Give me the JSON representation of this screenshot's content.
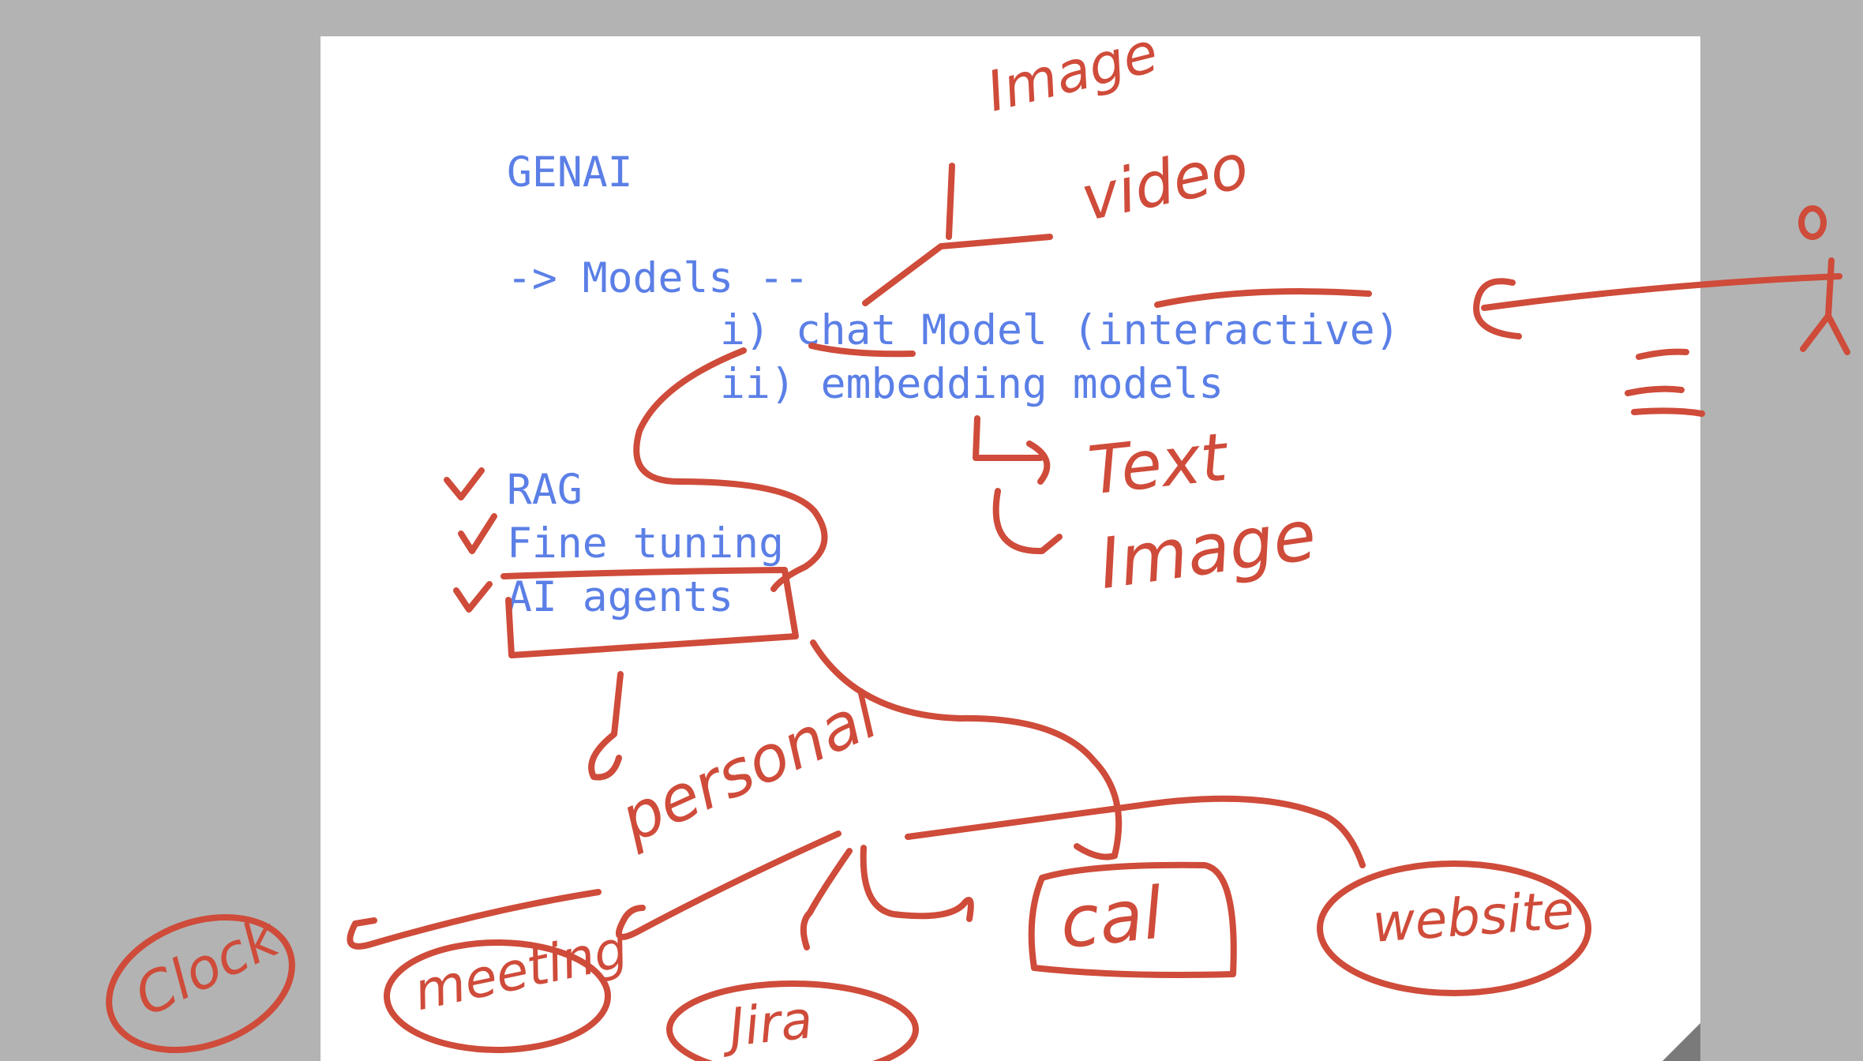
{
  "colors": {
    "background": "#b3b3b3",
    "paper": "#ffffff",
    "typed_text": "#5b7fe6",
    "ink": "#cf4b3a"
  },
  "typed": {
    "title": "GENAI",
    "models_heading": "-> Models --",
    "model_1": "i) chat Model (interactive)",
    "model_2": "ii) embedding models",
    "topic_rag": "RAG",
    "topic_finetuning": "Fine tuning",
    "topic_agents": "AI agents"
  },
  "handwritten": {
    "image_top": "Image",
    "video": "video",
    "text": "Text",
    "image_bottom": "Image",
    "personal": "personal",
    "meeting": "meeting",
    "jira": "Jira",
    "cal": "cal",
    "website": "website",
    "clock": "Clock",
    "equals": "="
  }
}
